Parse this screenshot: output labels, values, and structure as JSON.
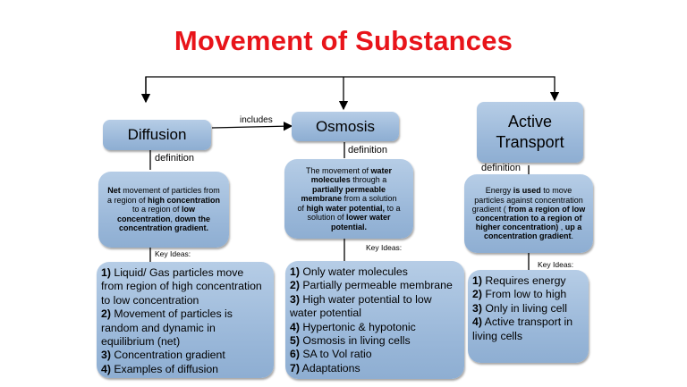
{
  "title": "Movement of Substances",
  "connector_label": "includes",
  "definition_label": "definition",
  "key_ideas_label": "Key Ideas:",
  "colors": {
    "title": "#e8141a",
    "box_fill": "#9fbadb",
    "line": "#000000"
  },
  "diffusion": {
    "heading": "Diffusion",
    "definition_html": "<b>Net</b> movement of particles from a region of <b>high concentration</b> to a region of <b>low concentration</b>, <b>down the concentration gradient.</b>",
    "key_ideas": [
      [
        "1)",
        " Liquid/ Gas particles move"
      ],
      [
        "",
        "from region of high concentration"
      ],
      [
        "",
        "to low concentration"
      ],
      [
        "2)",
        " Movement of particles is"
      ],
      [
        "",
        "random and dynamic in"
      ],
      [
        "",
        "equilibrium (net)"
      ],
      [
        "3)",
        " Concentration gradient"
      ],
      [
        "4)",
        " Examples of diffusion"
      ]
    ]
  },
  "osmosis": {
    "heading": "Osmosis",
    "definition_html": "The movement of <b>water molecules</b> through a <b>partially permeable membrane</b> from a solution of <b>high water potential,</b> to a solution of <b>lower water potential.</b>",
    "key_ideas": [
      [
        "1)",
        " Only water molecules"
      ],
      [
        "2)",
        " Partially permeable membrane"
      ],
      [
        "3)",
        " High water potential to low"
      ],
      [
        "",
        "water potential"
      ],
      [
        "4)",
        " Hypertonic &amp; hypotonic"
      ],
      [
        "5)",
        " Osmosis in living cells"
      ],
      [
        "6)",
        " SA to Vol ratio"
      ],
      [
        "7)",
        " Adaptations"
      ]
    ]
  },
  "active_transport": {
    "heading_line1": "Active",
    "heading_line2": "Transport",
    "definition_html": "Energy <b>is used</b> to move particles against concentration gradient ( <b>from a region of low concentration to a region of higher concentration)</b> , <b>up a concentration gradient</b>.",
    "key_ideas": [
      [
        "1)",
        " Requires energy"
      ],
      [
        "2)",
        " From low to high"
      ],
      [
        "3)",
        " Only in living cell"
      ],
      [
        "4)",
        " Active transport in"
      ],
      [
        "",
        "living cells"
      ]
    ]
  }
}
